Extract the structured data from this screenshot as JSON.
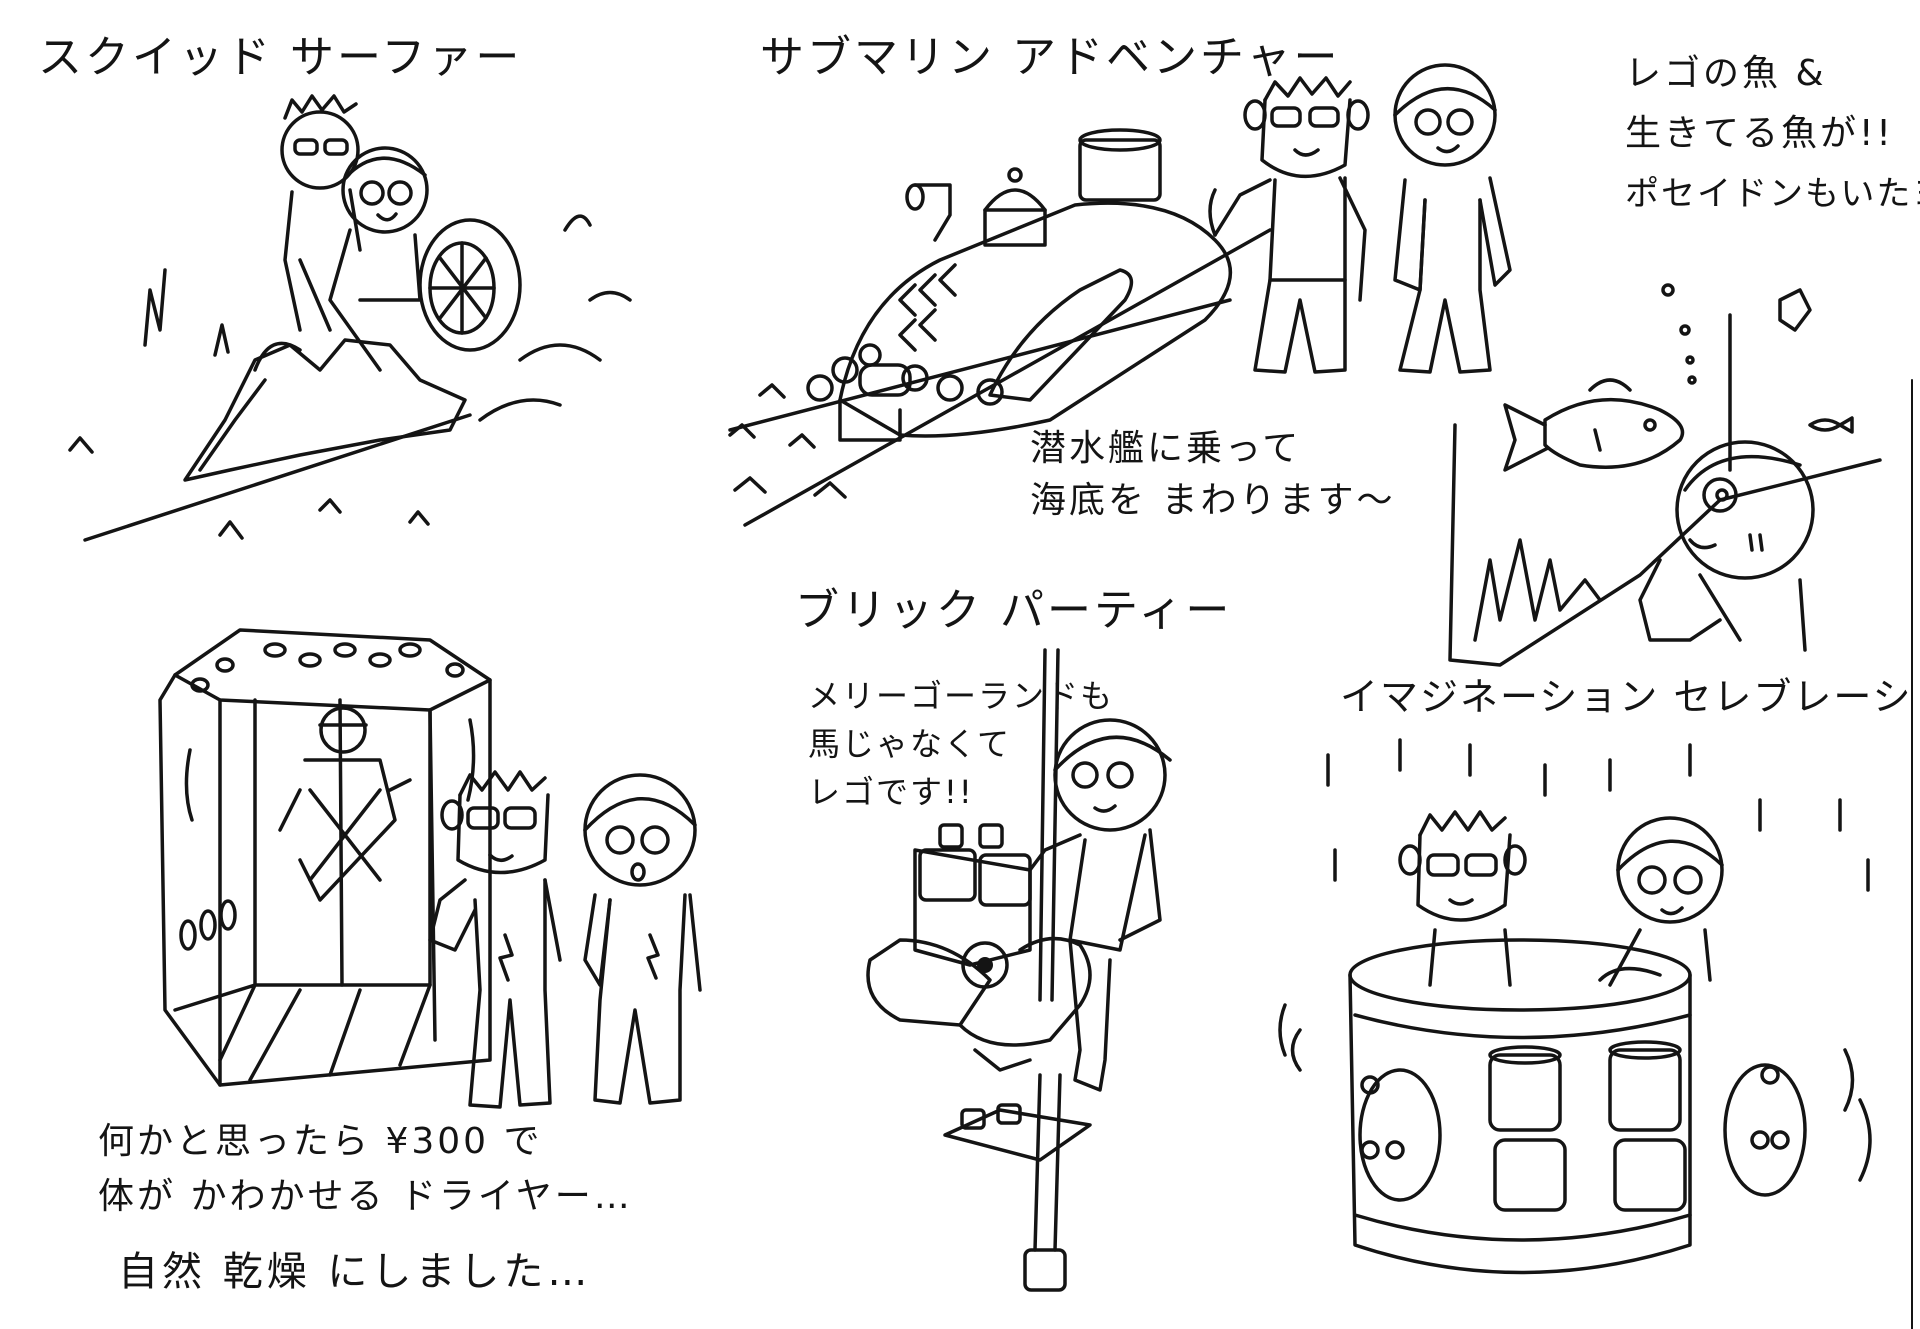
{
  "panels": {
    "squid_surfer": {
      "title": "スクイッド サーファー"
    },
    "submarine_adventure": {
      "title": "サブマリン アドベンチャー",
      "caption": [
        "潜水艦に乗って",
        "海底を まわります〜"
      ]
    },
    "aquarium": {
      "note": [
        "レゴの魚 &",
        "生きてる魚が!!",
        "ポセイドンもいたヨ"
      ]
    },
    "dryer": {
      "note": [
        "何かと思ったら ¥300 で",
        "体が かわかせる ドライヤー…",
        "自然 乾燥 にしました…"
      ]
    },
    "brick_party": {
      "title": "ブリック パーティー",
      "note": [
        "メリーゴーランドも",
        "馬じゃなくて",
        "レゴです!!"
      ]
    },
    "imagination_celebration": {
      "title": "イマジネーション セレブレーション"
    }
  },
  "colors": {
    "ink": "#141414",
    "paper": "#ffffff"
  }
}
